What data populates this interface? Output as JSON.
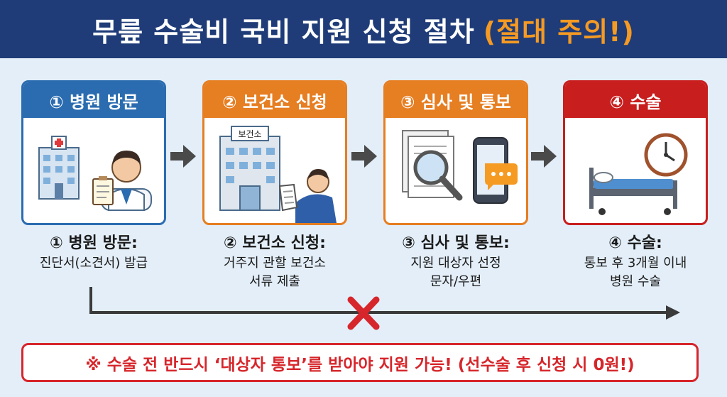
{
  "header": {
    "title": "무릎 수술비 국비 지원 신청 절차",
    "accent": "(절대 주의!)"
  },
  "steps": [
    {
      "head": "① 병원 방문",
      "title": "① 병원 방문:",
      "lines": [
        "진단서(소견서) 발급"
      ],
      "color": "#2b6cb0"
    },
    {
      "head": "② 보건소 신청",
      "title": "② 보건소 신청:",
      "lines": [
        "거주지 관할 보건소",
        "서류 제출"
      ],
      "color": "#e67e22",
      "sign": "보건소"
    },
    {
      "head": "③ 심사 및 통보",
      "title": "③ 심사 및 통보:",
      "lines": [
        "지원 대상자 선정",
        "문자/우편"
      ],
      "color": "#e67e22"
    },
    {
      "head": "④ 수술",
      "title": "④ 수술:",
      "lines": [
        "통보 후 3개월 이내",
        "병원 수술"
      ],
      "color": "#c81e1e"
    }
  ],
  "warning": {
    "text": "※ 수술 전 반드시 ‘대상자 통보’를 받아야 지원 가능! (선수술 후 신청 시 0원!)"
  },
  "colors": {
    "navy": "#1f3c78",
    "orange": "#f59a23",
    "red": "#d6262b"
  }
}
